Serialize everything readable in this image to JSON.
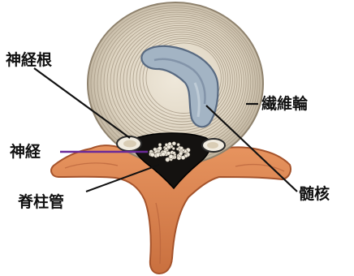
{
  "labels": {
    "nerve_root": "神経根",
    "annulus_fibrosus": "繊維輪",
    "nerve": "神経",
    "spinal_canal": "脊柱管",
    "nucleus_pulposus": "髄核"
  },
  "colors": {
    "bone": "#d8814e",
    "bone_dark": "#a5532b",
    "annulus": "#ddd3c0",
    "annulus_ring": "#a89b87",
    "nucleus": "#a3b4c4",
    "nucleus_dark": "#586a82",
    "canal": "#141210",
    "nerve_fill": "#f1ece0",
    "nerve_leader": "#6a2a9a",
    "leader": "#111111"
  }
}
